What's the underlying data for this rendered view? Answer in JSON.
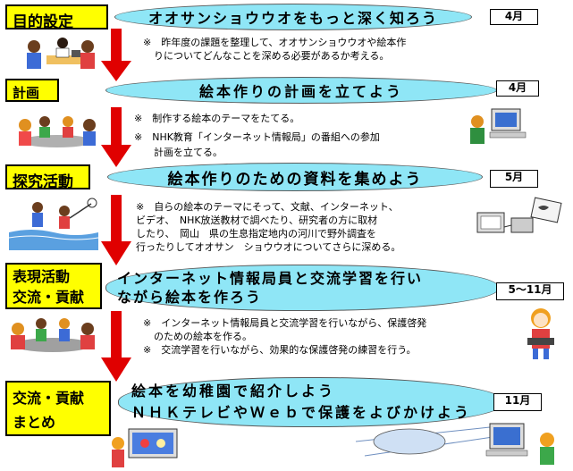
{
  "colors": {
    "phase_bg": "#ffff00",
    "goal_bg": "#8fe6f6",
    "arrow": "#e00000"
  },
  "stages": [
    {
      "phase": [
        "目的設定"
      ],
      "goal": [
        "オオサンショウウオをもっと深く知ろう"
      ],
      "month": "4月",
      "notes": [
        "※　昨年度の課題を整理して、オオサンショウウオや絵本作",
        "りについてどんなことを深める必要があるか考える。"
      ]
    },
    {
      "phase": [
        "計画"
      ],
      "goal": [
        "絵本作りの計画を立てよう"
      ],
      "month": "4月",
      "notes": [
        "※　制作する絵本のテーマをたてる。",
        "※　NHK教育「インターネット情報局」の番組への参加",
        "　　計画を立てる。"
      ]
    },
    {
      "phase": [
        "探究活動"
      ],
      "goal": [
        "絵本作りのための資料を集めよう"
      ],
      "month": "5月",
      "notes": [
        "※　自らの絵本のテーマにそって、文献、インターネット、",
        "ビデオ、　NHK放送教材で調べたり、研究者の方に取材",
        "したり、　岡山　県の生息指定地内の河川で野外調査を",
        "行ったりしてオオサン　ショウウオについてさらに深める。"
      ]
    },
    {
      "phase": [
        "表現活動",
        "交流・貢献"
      ],
      "goal": [
        "インターネット情報局員と交流学習を行い",
        "ながら絵本を作ろう"
      ],
      "month": "5～11月",
      "notes": [
        "※　インターネット情報局員と交流学習を行いながら、保護啓発",
        "のための絵本を作る。",
        "※　交流学習を行いながら、効果的な保護啓発の練習を行う。"
      ]
    },
    {
      "phase": [
        "交流・貢献",
        "まとめ"
      ],
      "goal": [
        "絵本を幼稚園で紹介しよう",
        "ＮＨＫテレビやＷｅｂで保護をよびかけよう"
      ],
      "month": "11月",
      "notes": []
    }
  ]
}
